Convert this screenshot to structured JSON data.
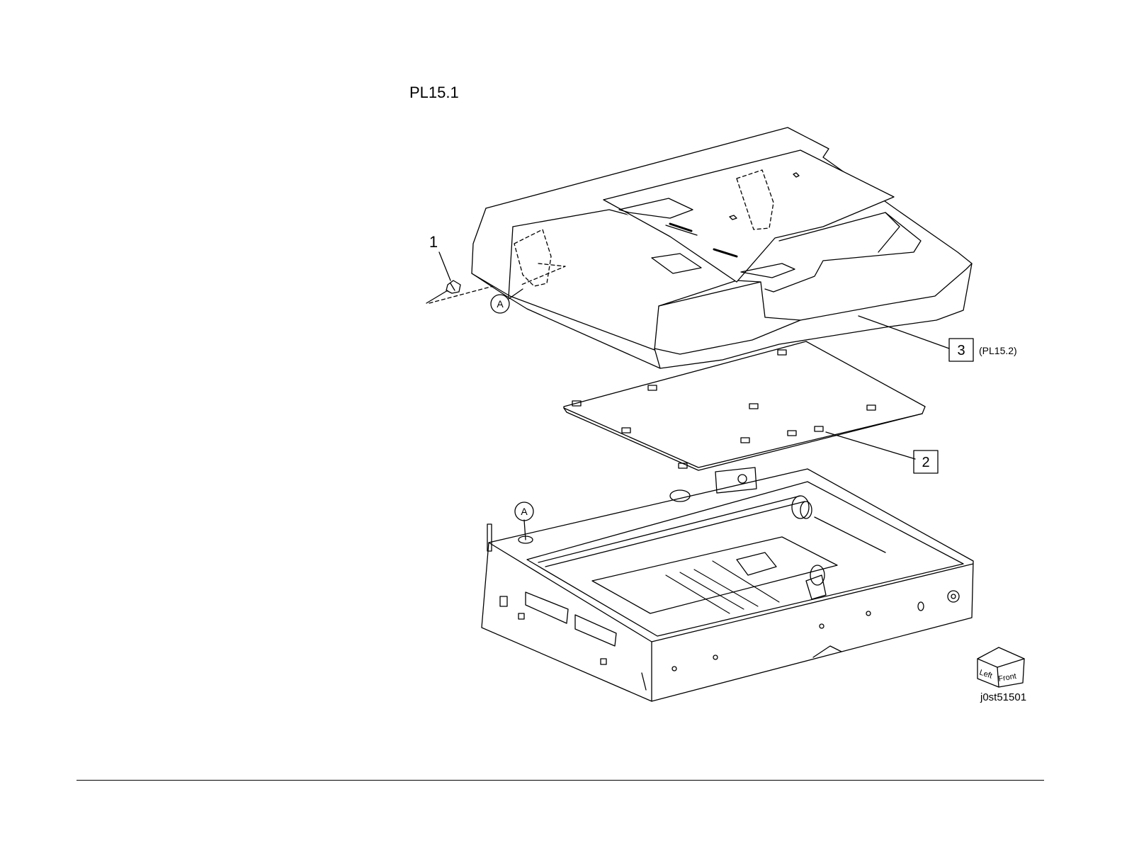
{
  "page": {
    "title": "PL15.1",
    "image_id": "j0st51501"
  },
  "callouts": {
    "item1": "1",
    "item2": "2",
    "item3": "3",
    "item3_ref": "(PL15.2)",
    "ref_a_top": "A",
    "ref_a_bottom": "A"
  },
  "orientation": {
    "left": "Left",
    "front": "Front"
  },
  "parts": [
    {
      "id": "1",
      "icon": "screw-icon"
    },
    {
      "id": "2",
      "icon": "platen-glass-icon"
    },
    {
      "id": "3",
      "icon": "document-feeder-icon"
    }
  ]
}
